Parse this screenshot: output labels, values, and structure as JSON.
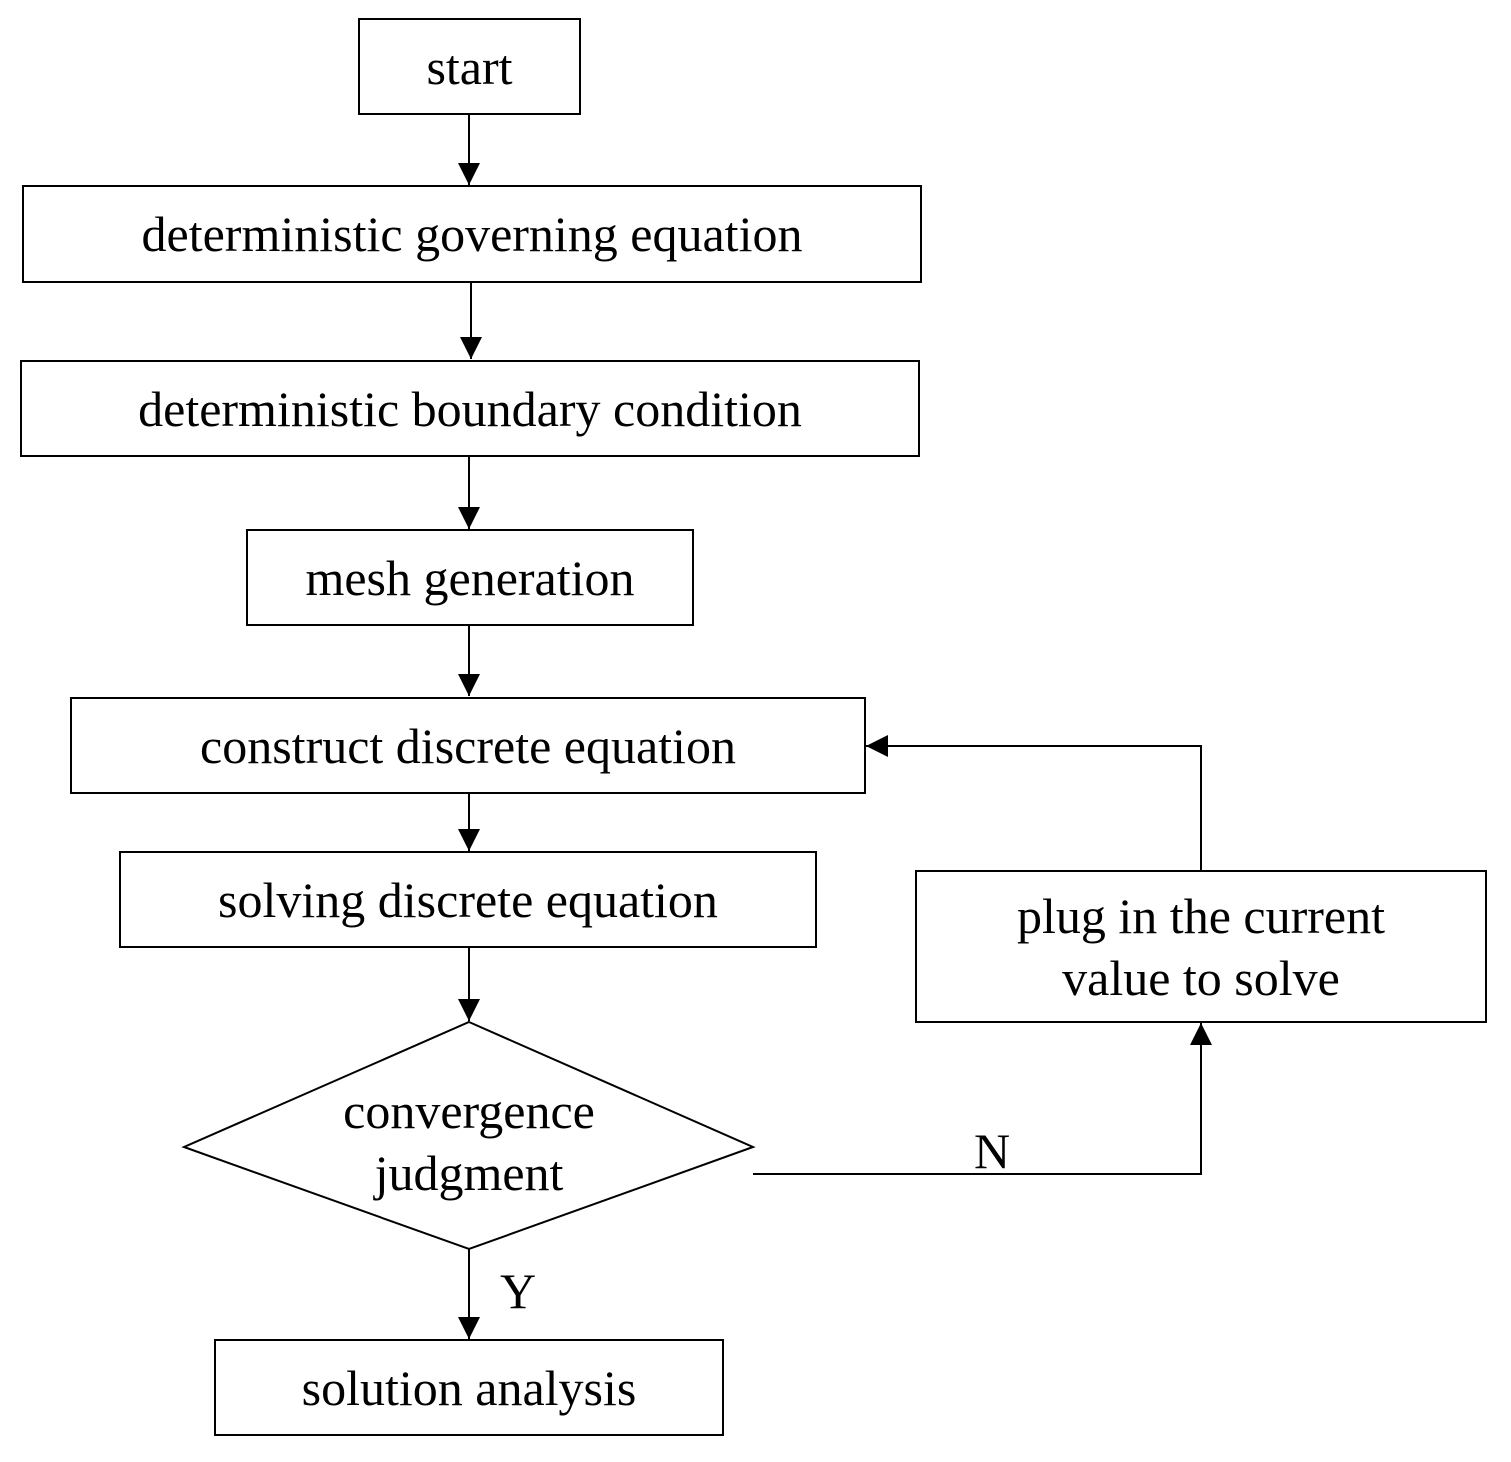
{
  "nodes": {
    "start": "start",
    "governing_equation": "deterministic governing equation",
    "boundary_condition": "deterministic boundary condition",
    "mesh_generation": "mesh generation",
    "construct_discrete": "construct discrete equation",
    "solving_discrete": "solving discrete equation",
    "convergence": {
      "line1": "convergence",
      "line2": "judgment"
    },
    "plug_in": {
      "line1": "plug in the current",
      "line2": "value to solve"
    },
    "solution_analysis": "solution analysis"
  },
  "edge_labels": {
    "no": "N",
    "yes": "Y"
  }
}
